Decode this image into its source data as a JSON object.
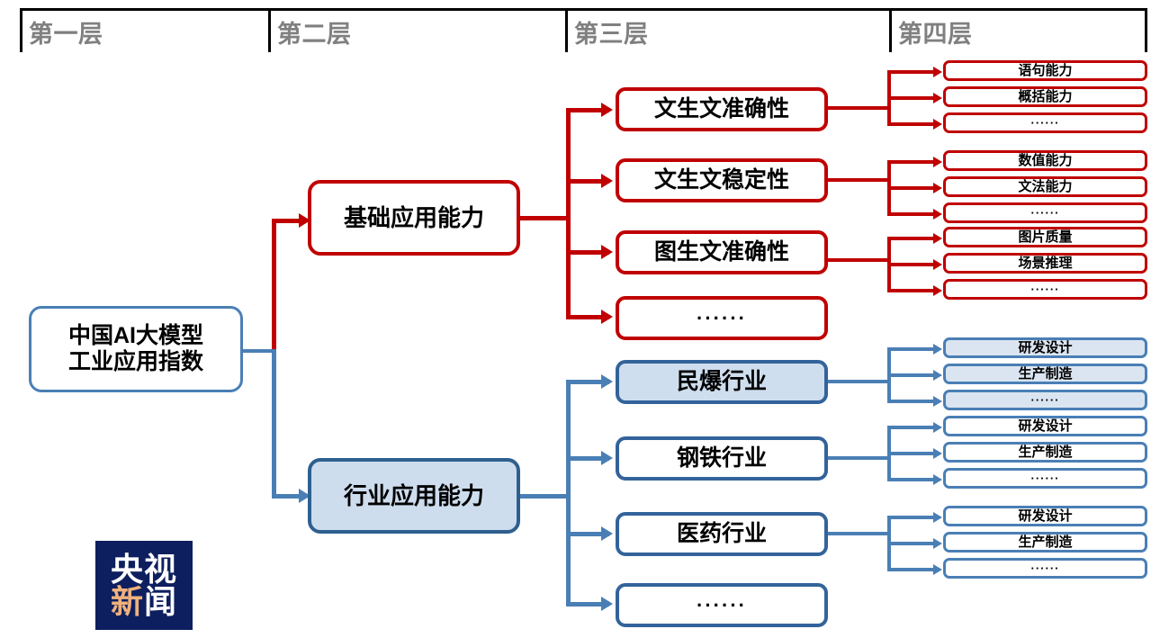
{
  "header": {
    "columns": [
      {
        "label": "第一层"
      },
      {
        "label": "第二层"
      },
      {
        "label": "第三层"
      },
      {
        "label": "第四层"
      }
    ]
  },
  "root": {
    "label": "中国AI大模型\n工业应用指数"
  },
  "layer2": [
    {
      "label": "基础应用能力",
      "color": "#c00000",
      "filled": false
    },
    {
      "label": "行业应用能力",
      "color": "#2e5f8f",
      "filled": true
    }
  ],
  "layer3": {
    "basic": [
      {
        "label": "文生文准确性"
      },
      {
        "label": "文生文稳定性"
      },
      {
        "label": "图生文准确性"
      },
      {
        "label": "······"
      }
    ],
    "industry": [
      {
        "label": "民爆行业",
        "filled": true
      },
      {
        "label": "钢铁行业",
        "filled": false
      },
      {
        "label": "医药行业",
        "filled": false
      },
      {
        "label": "······",
        "filled": false
      }
    ]
  },
  "layer4": {
    "groups": [
      {
        "parent": "文生文准确性",
        "items": [
          "语句能力",
          "概括能力",
          "······"
        ],
        "filled": false
      },
      {
        "parent": "文生文稳定性",
        "items": [
          "数值能力",
          "文法能力",
          "······"
        ],
        "filled": false
      },
      {
        "parent": "图生文准确性",
        "items": [
          "图片质量",
          "场景推理",
          "······"
        ],
        "filled": false
      },
      {
        "parent": "民爆行业",
        "items": [
          "研发设计",
          "生产制造",
          "······"
        ],
        "filled": true
      },
      {
        "parent": "钢铁行业",
        "items": [
          "研发设计",
          "生产制造",
          "······"
        ],
        "filled": false
      },
      {
        "parent": "医药行业",
        "items": [
          "研发设计",
          "生产制造",
          "······"
        ],
        "filled": false
      }
    ]
  },
  "logo": {
    "line1_a": "央",
    "line1_b": "视",
    "line2_a": "新",
    "line2_b": "闻"
  },
  "colors": {
    "red": "#c00000",
    "blue": "#4a7fb5",
    "blue_dark": "#2e5f8f",
    "blue_fill": "#cfdeee",
    "header_text": "#808080",
    "logo_bg": "#0d1f5e",
    "logo_accent": "#f0b17c"
  }
}
